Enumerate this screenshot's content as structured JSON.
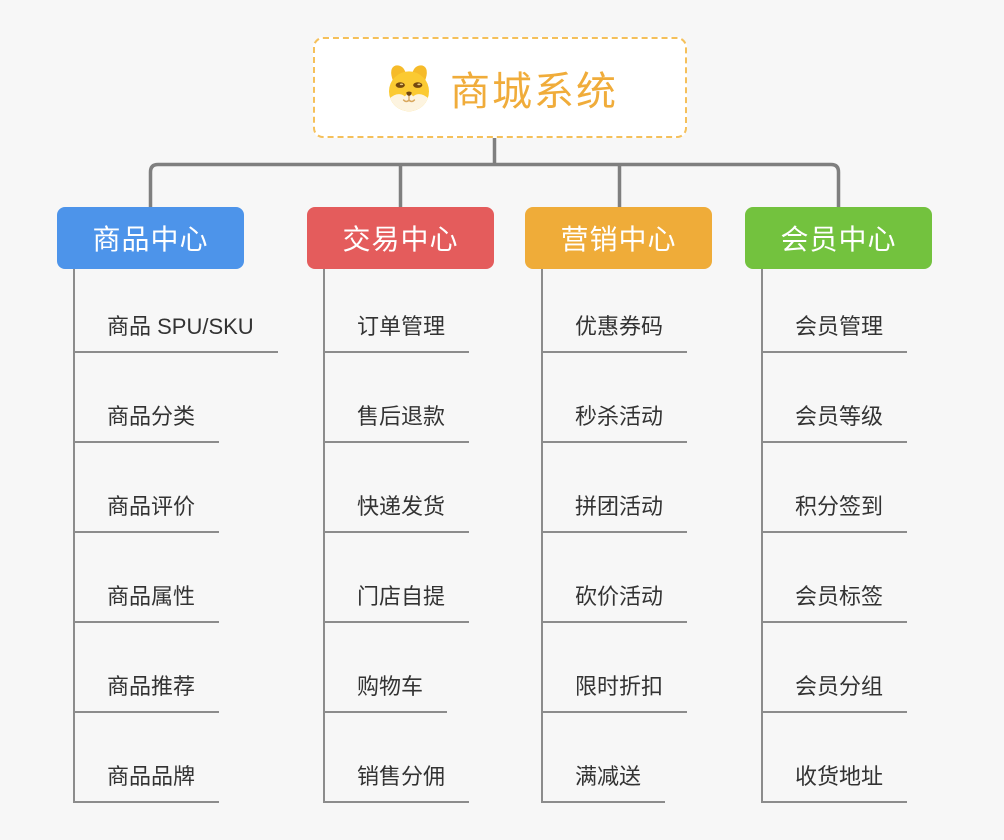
{
  "root": {
    "title": "商城系统",
    "icon": "shiba-dog-icon"
  },
  "branches": [
    {
      "label": "商品中心",
      "color": "#4d94ea",
      "items": [
        "商品 SPU/SKU",
        "商品分类",
        "商品评价",
        "商品属性",
        "商品推荐",
        "商品品牌"
      ]
    },
    {
      "label": "交易中心",
      "color": "#e45c5c",
      "items": [
        "订单管理",
        "售后退款",
        "快递发货",
        "门店自提",
        "购物车",
        "销售分佣"
      ]
    },
    {
      "label": "营销中心",
      "color": "#efac39",
      "items": [
        "优惠券码",
        "秒杀活动",
        "拼团活动",
        "砍价活动",
        "限时折扣",
        "满减送"
      ]
    },
    {
      "label": "会员中心",
      "color": "#73c23e",
      "items": [
        "会员管理",
        "会员等级",
        "积分签到",
        "会员标签",
        "会员分组",
        "收货地址"
      ]
    }
  ],
  "colors": {
    "background": "#f7f7f7",
    "root_border": "#f5c05a",
    "root_title": "#f0ac3a",
    "connector": "#7f7f7f",
    "trunk_line": "#8c8c8c",
    "leaf_text": "#333333"
  }
}
